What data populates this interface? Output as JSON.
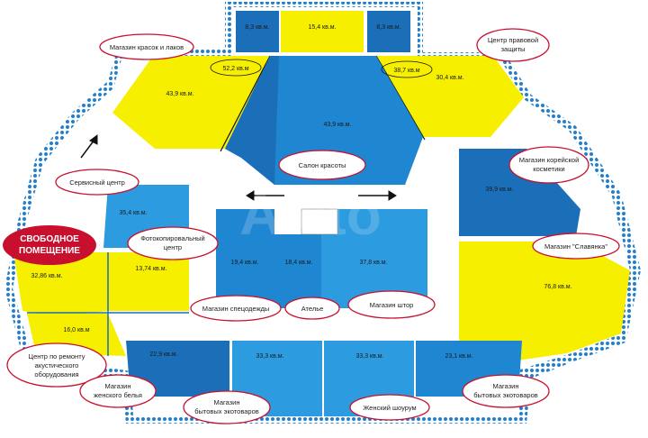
{
  "colors": {
    "yellow": "#f7ef00",
    "blue_light": "#2d9be0",
    "blue_mid": "#1f86d2",
    "blue_dark": "#1a6fb8",
    "corridor": "#ffffff",
    "border_dots": "#1f7fd0",
    "callout_stroke": "#c8102e",
    "free_fill": "#c8102e"
  },
  "areas": {
    "top_left_small": "8,3 кв.м.",
    "top_center": "15,4 кв.м.",
    "top_right_small": "8,3 кв.м.",
    "paint_shop_sub": "52,2 кв.м",
    "paint_shop_main": "43,9 кв.м.",
    "law_center_sub": "38,7 кв.м",
    "law_center_main": "30,4 кв.м.",
    "salon": "43,9 кв.м.",
    "service": "35,4 кв.м.",
    "korean": "39,9 кв.м.",
    "slavyanka": "76,8 кв.м.",
    "free": "32,86 кв.м.",
    "photocopy": "13,74 кв.м.",
    "acoustic": "16,0 кв.м",
    "workwear": "19,4 кв.м.",
    "atelier": "18,4 кв.м.",
    "curtains": "37,8 кв.м.",
    "lingerie": "22,9 кв.м.",
    "household_left": "33,3 кв.м.",
    "showroom": "33,3 кв.м.",
    "household_right": "23,1 кв.м."
  },
  "tenants": {
    "paint": "Магазин красок и лаков",
    "law": [
      "Центр правовой",
      "защиты"
    ],
    "salon": "Салон красоты",
    "korean": [
      "Магазин корейской",
      "косметики"
    ],
    "service": "Сервисный центр",
    "photocopy": [
      "Фотокопировальный",
      "центр"
    ],
    "slavyanka": "Магазин \"Славянка\"",
    "workwear": "Магазин спецодежды",
    "atelier": "Ателье",
    "curtains": "Магазин штор",
    "acoustic": [
      "Центр по ремонту",
      "акустического",
      "оборудования"
    ],
    "lingerie": [
      "Магазин",
      "женского белья"
    ],
    "household_left": [
      "Магазин",
      "бытовых экотоваров"
    ],
    "showroom": "Женский шоурум",
    "household_right": [
      "Магазин",
      "бытовых экотоваров"
    ]
  },
  "free_space": [
    "СВОБОДНОЕ",
    "ПОМЕЩЕНИЕ"
  ],
  "watermark": "Avito"
}
